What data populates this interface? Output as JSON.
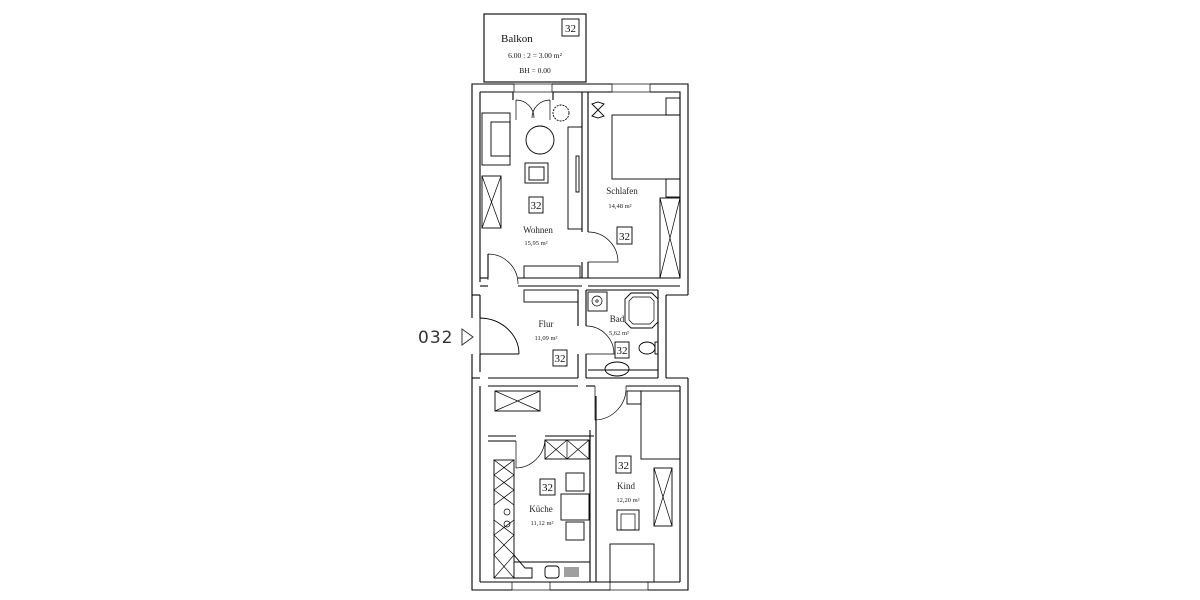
{
  "plan": {
    "unit_label": "032",
    "rooms": [
      {
        "id": "balkon",
        "name": "Balkon",
        "area_formula": "6.00 : 2 = 3.00 m²",
        "bh": "BH = 0.00",
        "tag": "32"
      },
      {
        "id": "wohnen",
        "name": "Wohnen",
        "area": "15,95 m²",
        "tag": "32"
      },
      {
        "id": "schlafen",
        "name": "Schlafen",
        "area": "14,48 m²",
        "tag": "32"
      },
      {
        "id": "flur",
        "name": "Flur",
        "area": "11,09 m²",
        "tag": "32"
      },
      {
        "id": "bad",
        "name": "Bad",
        "area": "5,62 m²",
        "tag": "32"
      },
      {
        "id": "kueche",
        "name": "Küche",
        "area": "11,12 m²",
        "tag": "32"
      },
      {
        "id": "kind",
        "name": "Kind",
        "area": "12,20 m²",
        "tag": "32"
      }
    ]
  },
  "colors": {
    "line": "#000000",
    "background": "#ffffff"
  }
}
